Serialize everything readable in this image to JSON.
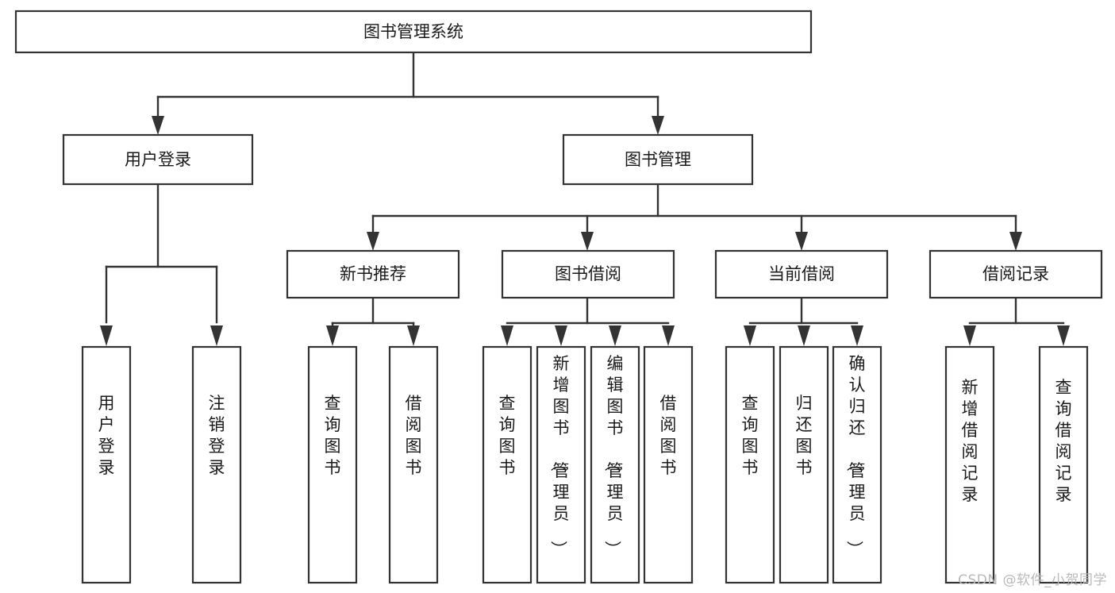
{
  "diagram": {
    "title": "图书管理系统",
    "watermark": "CSDN @软件_小贺同学",
    "colors": {
      "stroke": "#333333",
      "fill": "#ffffff",
      "text": "#1a1a1a",
      "watermark": "#b9b9b9"
    },
    "root": {
      "label": "图书管理系统"
    },
    "level2": [
      {
        "label": "用户登录"
      },
      {
        "label": "图书管理"
      }
    ],
    "level3": [
      {
        "label": "新书推荐"
      },
      {
        "label": "图书借阅"
      },
      {
        "label": "当前借阅"
      },
      {
        "label": "借阅记录"
      }
    ],
    "leaves": {
      "user_login": [
        {
          "label": "用户登录"
        },
        {
          "label": "注销登录"
        }
      ],
      "new_books": [
        {
          "label": "查询图书"
        },
        {
          "label": "借阅图书"
        }
      ],
      "book_borrow": [
        {
          "label": "查询图书"
        },
        {
          "label": "新增图书（管理员）"
        },
        {
          "label": "编辑图书（管理员）"
        },
        {
          "label": "借阅图书"
        }
      ],
      "current_borrow": [
        {
          "label": "查询图书"
        },
        {
          "label": "归还图书"
        },
        {
          "label": "确认归还（管理员）"
        }
      ],
      "borrow_record": [
        {
          "label": "新增借阅记录"
        },
        {
          "label": "查询借阅记录"
        }
      ]
    }
  }
}
